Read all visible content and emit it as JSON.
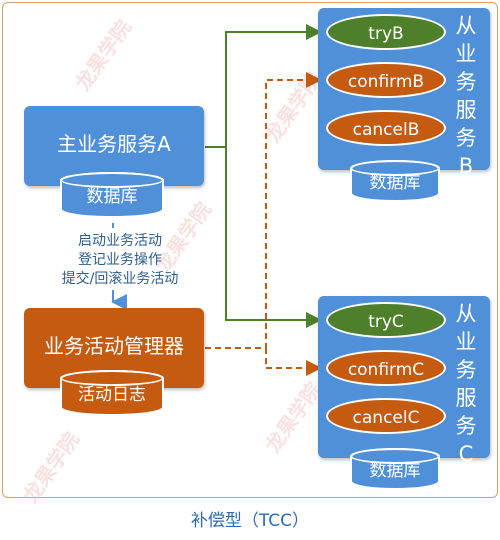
{
  "service_a": {
    "title": "主业务服务A",
    "db": "数据库"
  },
  "middle_notes": [
    "启动业务活动",
    "登记业务操作",
    "提交/回滚业务活动"
  ],
  "manager": {
    "title": "业务活动管理器",
    "log": "活动日志"
  },
  "service_b": {
    "side_label": [
      "从",
      "业",
      "务",
      "服",
      "务",
      "B"
    ],
    "try": "tryB",
    "confirm": "confirmB",
    "cancel": "cancelB",
    "db": "数据库"
  },
  "service_c": {
    "side_label": [
      "从",
      "业",
      "务",
      "服",
      "务",
      "C"
    ],
    "try": "tryC",
    "confirm": "confirmC",
    "cancel": "cancelC",
    "db": "数据库"
  },
  "watermark": "龙果学院",
  "caption": "补偿型（TCC）",
  "colors": {
    "blue": "#4f90d8",
    "orange": "#c55a11",
    "green": "#4e7f2b",
    "solid_line": "#4e7f2b",
    "dashed_line": "#c55a11"
  }
}
